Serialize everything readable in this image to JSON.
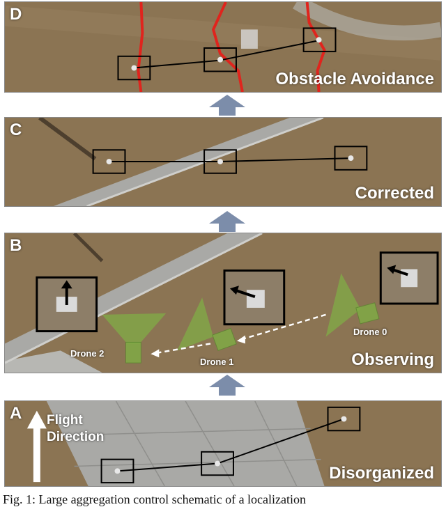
{
  "panels": {
    "d": {
      "letter": "D",
      "caption": "Obstacle Avoidance"
    },
    "c": {
      "letter": "C",
      "caption": "Corrected"
    },
    "b": {
      "letter": "B",
      "caption": "Observing",
      "drone_labels": [
        "Drone 2",
        "Drone 1",
        "Drone 0"
      ]
    },
    "a": {
      "letter": "A",
      "caption": "Disorganized",
      "flight_line1": "Flight",
      "flight_line2": "Direction"
    }
  },
  "figure_caption": "Fig. 1: Large aggregation control schematic of a localization",
  "colors": {
    "ground": "#8b7453",
    "pavement": "#a9a9a6",
    "obstacle_line": "#e0241d",
    "fov_cone": "#7fae45",
    "arrow": "#7c8daa"
  },
  "icons": {
    "transition_arrow": "up-arrow-icon",
    "flight_direction_arrow": "up-arrow-icon"
  }
}
